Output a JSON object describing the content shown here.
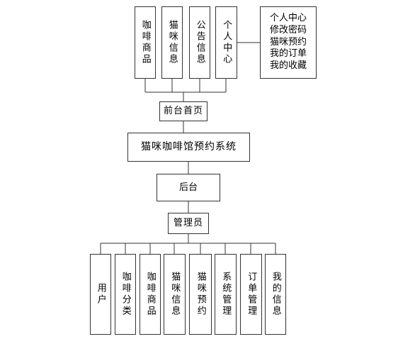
{
  "frontend": {
    "modules": [
      {
        "label": "咖啡商品"
      },
      {
        "label": "猫咪信息"
      },
      {
        "label": "公告信息"
      },
      {
        "label": "个人中心"
      }
    ],
    "personal_center_note": "个人中心\n修改密码\n猫咪预约\n我的订单\n我的收藏",
    "home_label": "前台首页"
  },
  "system": {
    "title": "猫咪咖啡馆预约系统"
  },
  "backend": {
    "label": "后台",
    "admin_label": "管理员",
    "modules": [
      {
        "label": "用户"
      },
      {
        "label": "咖啡分类"
      },
      {
        "label": "咖啡商品"
      },
      {
        "label": "猫咪信息"
      },
      {
        "label": "猫咪预约"
      },
      {
        "label": "系统管理"
      },
      {
        "label": "订单管理"
      },
      {
        "label": "我的信息"
      }
    ]
  }
}
